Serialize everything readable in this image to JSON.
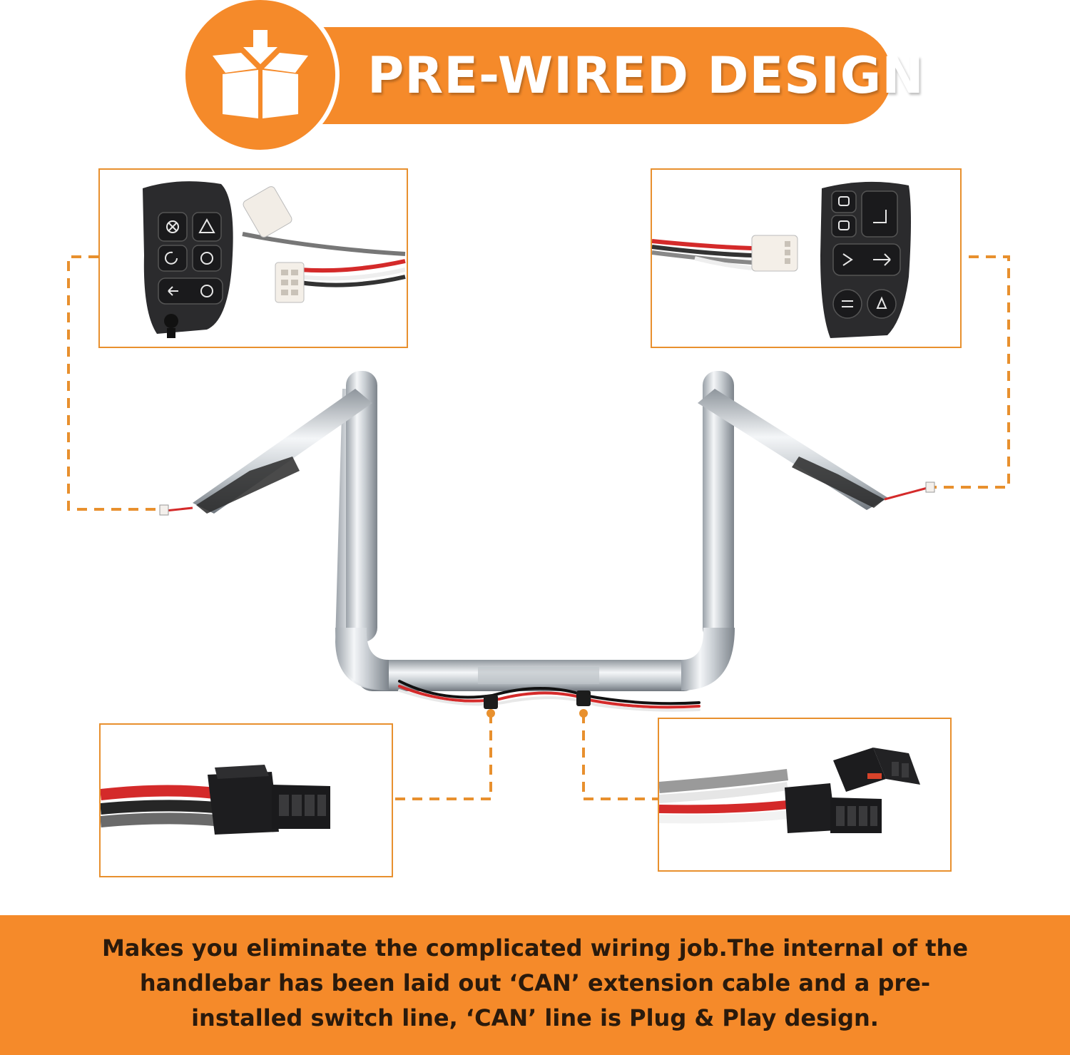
{
  "header": {
    "title": "PRE-WIRED DESIGN",
    "icon": "open-box-download-icon"
  },
  "footer": {
    "description": "Makes you eliminate the complicated wiring job.The internal of the handlebar has been laid out ‘CAN’ extension cable and a pre-installed switch line, ‘CAN’ line is Plug & Play design."
  },
  "colors": {
    "accent": "#f58a2a",
    "frame_border": "#e8902e",
    "footer_text": "#2a1a0c"
  },
  "callouts": [
    {
      "name": "left-switch-housing",
      "depicts": "left-hand switch housing with plugs"
    },
    {
      "name": "right-switch-housing",
      "depicts": "right-hand switch housing with plug"
    },
    {
      "name": "left-can-connector",
      "depicts": "CAN connector left"
    },
    {
      "name": "right-can-connector",
      "depicts": "CAN connector pair right"
    }
  ]
}
